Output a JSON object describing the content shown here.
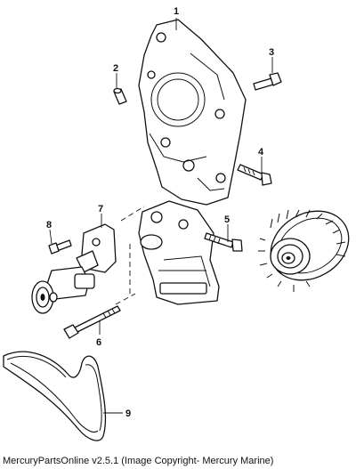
{
  "diagram": {
    "callouts": [
      {
        "number": "1"
      },
      {
        "number": "2"
      },
      {
        "number": "3"
      },
      {
        "number": "4"
      },
      {
        "number": "5"
      },
      {
        "number": "6"
      },
      {
        "number": "7"
      },
      {
        "number": "8"
      },
      {
        "number": "9"
      }
    ]
  },
  "footer": {
    "copyright": "MercuryPartsOnline v2.5.1 (Image Copyright- Mercury Marine)"
  }
}
